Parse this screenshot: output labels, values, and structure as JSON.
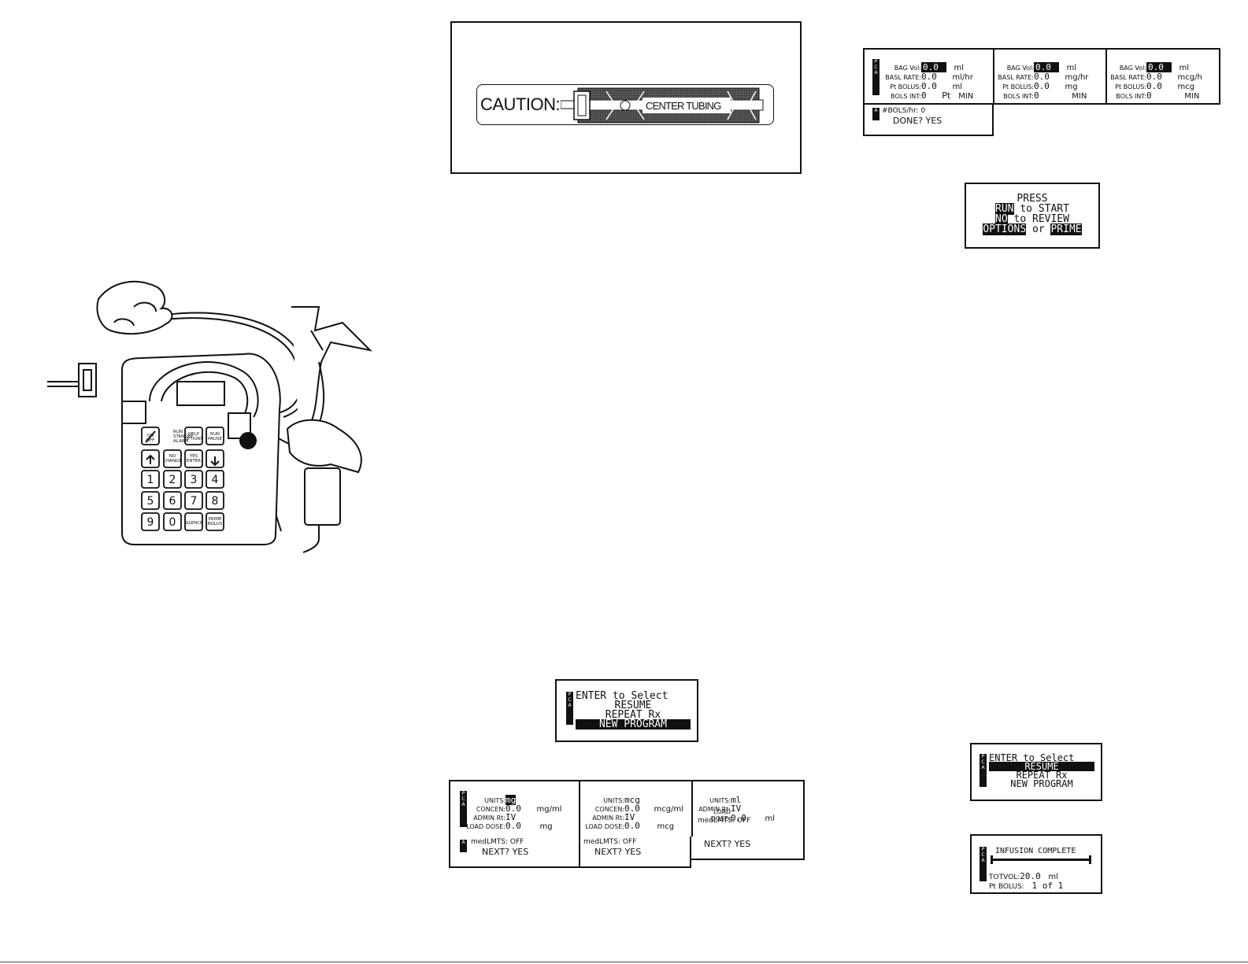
{
  "caution": {
    "label": "CAUTION:",
    "tubing": "CENTER TUBING"
  },
  "run_screen": {
    "line1": "PRESS",
    "run": "RUN",
    "run_rest": " to START",
    "no": "NO",
    "no_rest": " to REVIEW",
    "options": "OPTIONS",
    "or": " or ",
    "prime": "PRIME"
  },
  "bag_screens": [
    {
      "bag_label": "BAG Vol:",
      "bag": "0.0",
      "bag_unit": "ml",
      "rate_label": "BASL RATE:",
      "rate": "0.0",
      "rate_unit": "ml/hr",
      "bolus_label": "Pt BOLUS:",
      "bolus": "0.0",
      "bolus_unit": "ml",
      "int_label": "BOLS INT:",
      "int": "0",
      "int_unit": "MIN",
      "extra": "Pt"
    },
    {
      "bag_label": "BAG Vol:",
      "bag": "0.0",
      "bag_unit": "ml",
      "rate_label": "BASL RATE:",
      "rate": "0.0",
      "rate_unit": "mg/hr",
      "bolus_label": "Pt BOLUS:",
      "bolus": "0.0",
      "bolus_unit": "mg",
      "int_label": "BOLS INT:",
      "int": "0",
      "int_unit": "MIN"
    },
    {
      "bag_label": "BAG Vol:",
      "bag": "0.0",
      "bag_unit": "ml",
      "rate_label": "BASL RATE:",
      "rate": "0.0",
      "rate_unit": "mcg/h",
      "bolus_label": "Pt BOLUS:",
      "bolus": "0.0",
      "bolus_unit": "mcg",
      "int_label": "BOLS INT:",
      "int": "0",
      "int_unit": "MIN"
    }
  ],
  "bols_screen": {
    "line1": "#BOLS/hr: 0",
    "line2": "DONE? YES"
  },
  "select_screen_1": {
    "line1": "ENTER to Select",
    "line2": "RESUME",
    "line3": "REPEAT Rx",
    "line4": "NEW PROGRAM"
  },
  "select_screen_2": {
    "line1": "ENTER to Select",
    "line2": "RESUME",
    "line3": "REPEAT Rx",
    "line4": "NEW PROGRAM"
  },
  "infusion_screen": {
    "line1": "INFUSION COMPLETE",
    "tot_label": "TOTVOL:",
    "tot": "20.0",
    "tot_unit": "ml",
    "bolus_label": "Pt BOLUS:",
    "bolus": "1 of 1"
  },
  "units_screens": [
    {
      "units_label": "UNITS:",
      "units": "mg",
      "concen_label": "CONCEN:",
      "concen": "0.0",
      "concen_unit": "mg/ml",
      "admin_label": "ADMIN Rt:",
      "admin": "IV",
      "load_label": "LOAD DOSE:",
      "load": "0.0",
      "load_unit": "mg",
      "med": "medLMTS: OFF",
      "next": "NEXT? YES"
    },
    {
      "units_label": "UNITS:",
      "units": "mcg",
      "concen_label": "CONCEN:",
      "concen": "0.0",
      "concen_unit": "mcg/ml",
      "admin_label": "ADMIN Rt:",
      "admin": "IV",
      "load_label": "LOAD DOSE:",
      "load": "0.0",
      "load_unit": "mcg",
      "med": "medLMTS: OFF",
      "next": "NEXT? YES"
    },
    {
      "units_label": "UNITS:",
      "units": "ml",
      "admin_label": "ADMIN Rt:",
      "admin": "IV",
      "load_label": "LOAD DOSE:",
      "load": "0.0",
      "load_unit": "ml",
      "med": "medLMTS: OFF",
      "next": "NEXT? YES"
    }
  ],
  "keypad": {
    "keys_top": [
      "ON/OFF",
      "HELP OPTIONS",
      "RUN PAUSE"
    ],
    "leds": [
      "RUN",
      "STANDBY",
      "ALARM"
    ],
    "keys_mid": [
      "NO CHANGE",
      "YES ENTER"
    ],
    "digits": [
      "1",
      "2",
      "3",
      "4",
      "5",
      "6",
      "7",
      "8",
      "9",
      "0"
    ],
    "key_silence": "SILENCE",
    "key_prime": "PRIME BOLUS"
  }
}
